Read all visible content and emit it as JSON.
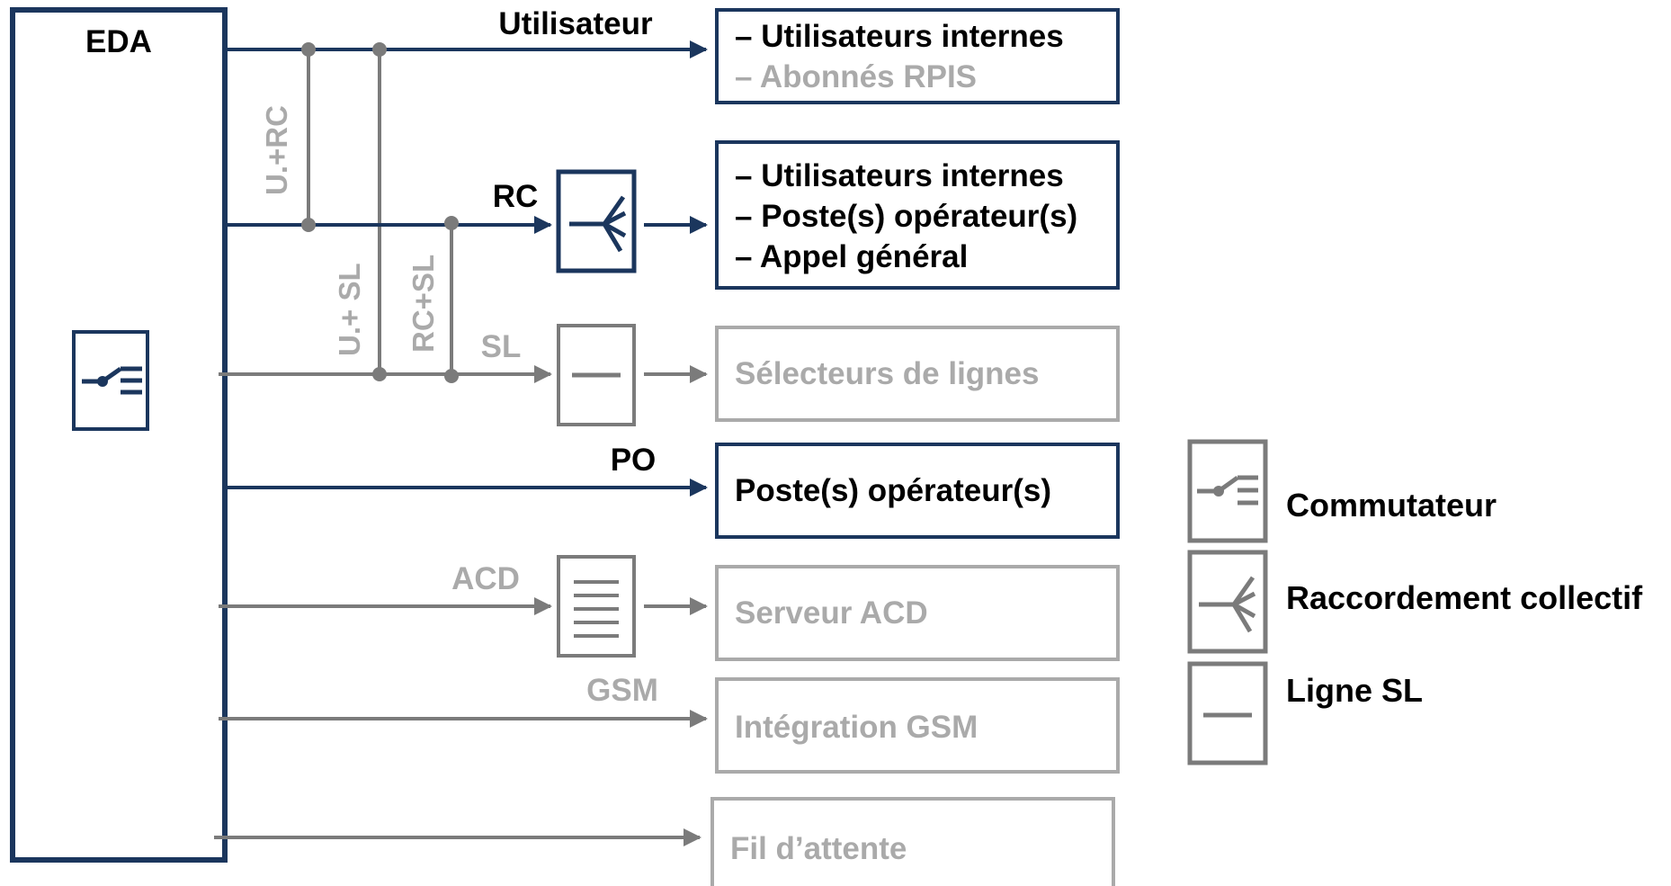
{
  "colors": {
    "navy": "#1b365d",
    "grey": "#7b7b7b",
    "light_grey": "#aaaaaa",
    "text": "#000000"
  },
  "eda": {
    "title": "EDA",
    "icon": "switch-icon"
  },
  "lines": {
    "utilisateur": "Utilisateur",
    "rc": "RC",
    "sl": "SL",
    "po": "PO",
    "acd": "ACD",
    "gsm": "GSM",
    "u_rc": "U.+RC",
    "u_sl": "U.+ SL",
    "rc_sl": "RC+SL"
  },
  "boxes": {
    "utilisateurs": {
      "item1": "– Utilisateurs internes",
      "item2": "– Abonnés RPIS"
    },
    "rc_targets": {
      "item1": "– Utilisateurs internes",
      "item2": "– Poste(s) opérateur(s)",
      "item3": "– Appel général"
    },
    "selecteurs": "Sélecteurs de lignes",
    "poste_op": "Poste(s) opérateur(s)",
    "serveur_acd": "Serveur ACD",
    "gsm": "Intégration GSM",
    "fil": "Fil d’attente"
  },
  "legend": {
    "commutateur": "Commutateur",
    "raccordement": "Raccordement collectif",
    "ligne_sl": "Ligne SL"
  }
}
